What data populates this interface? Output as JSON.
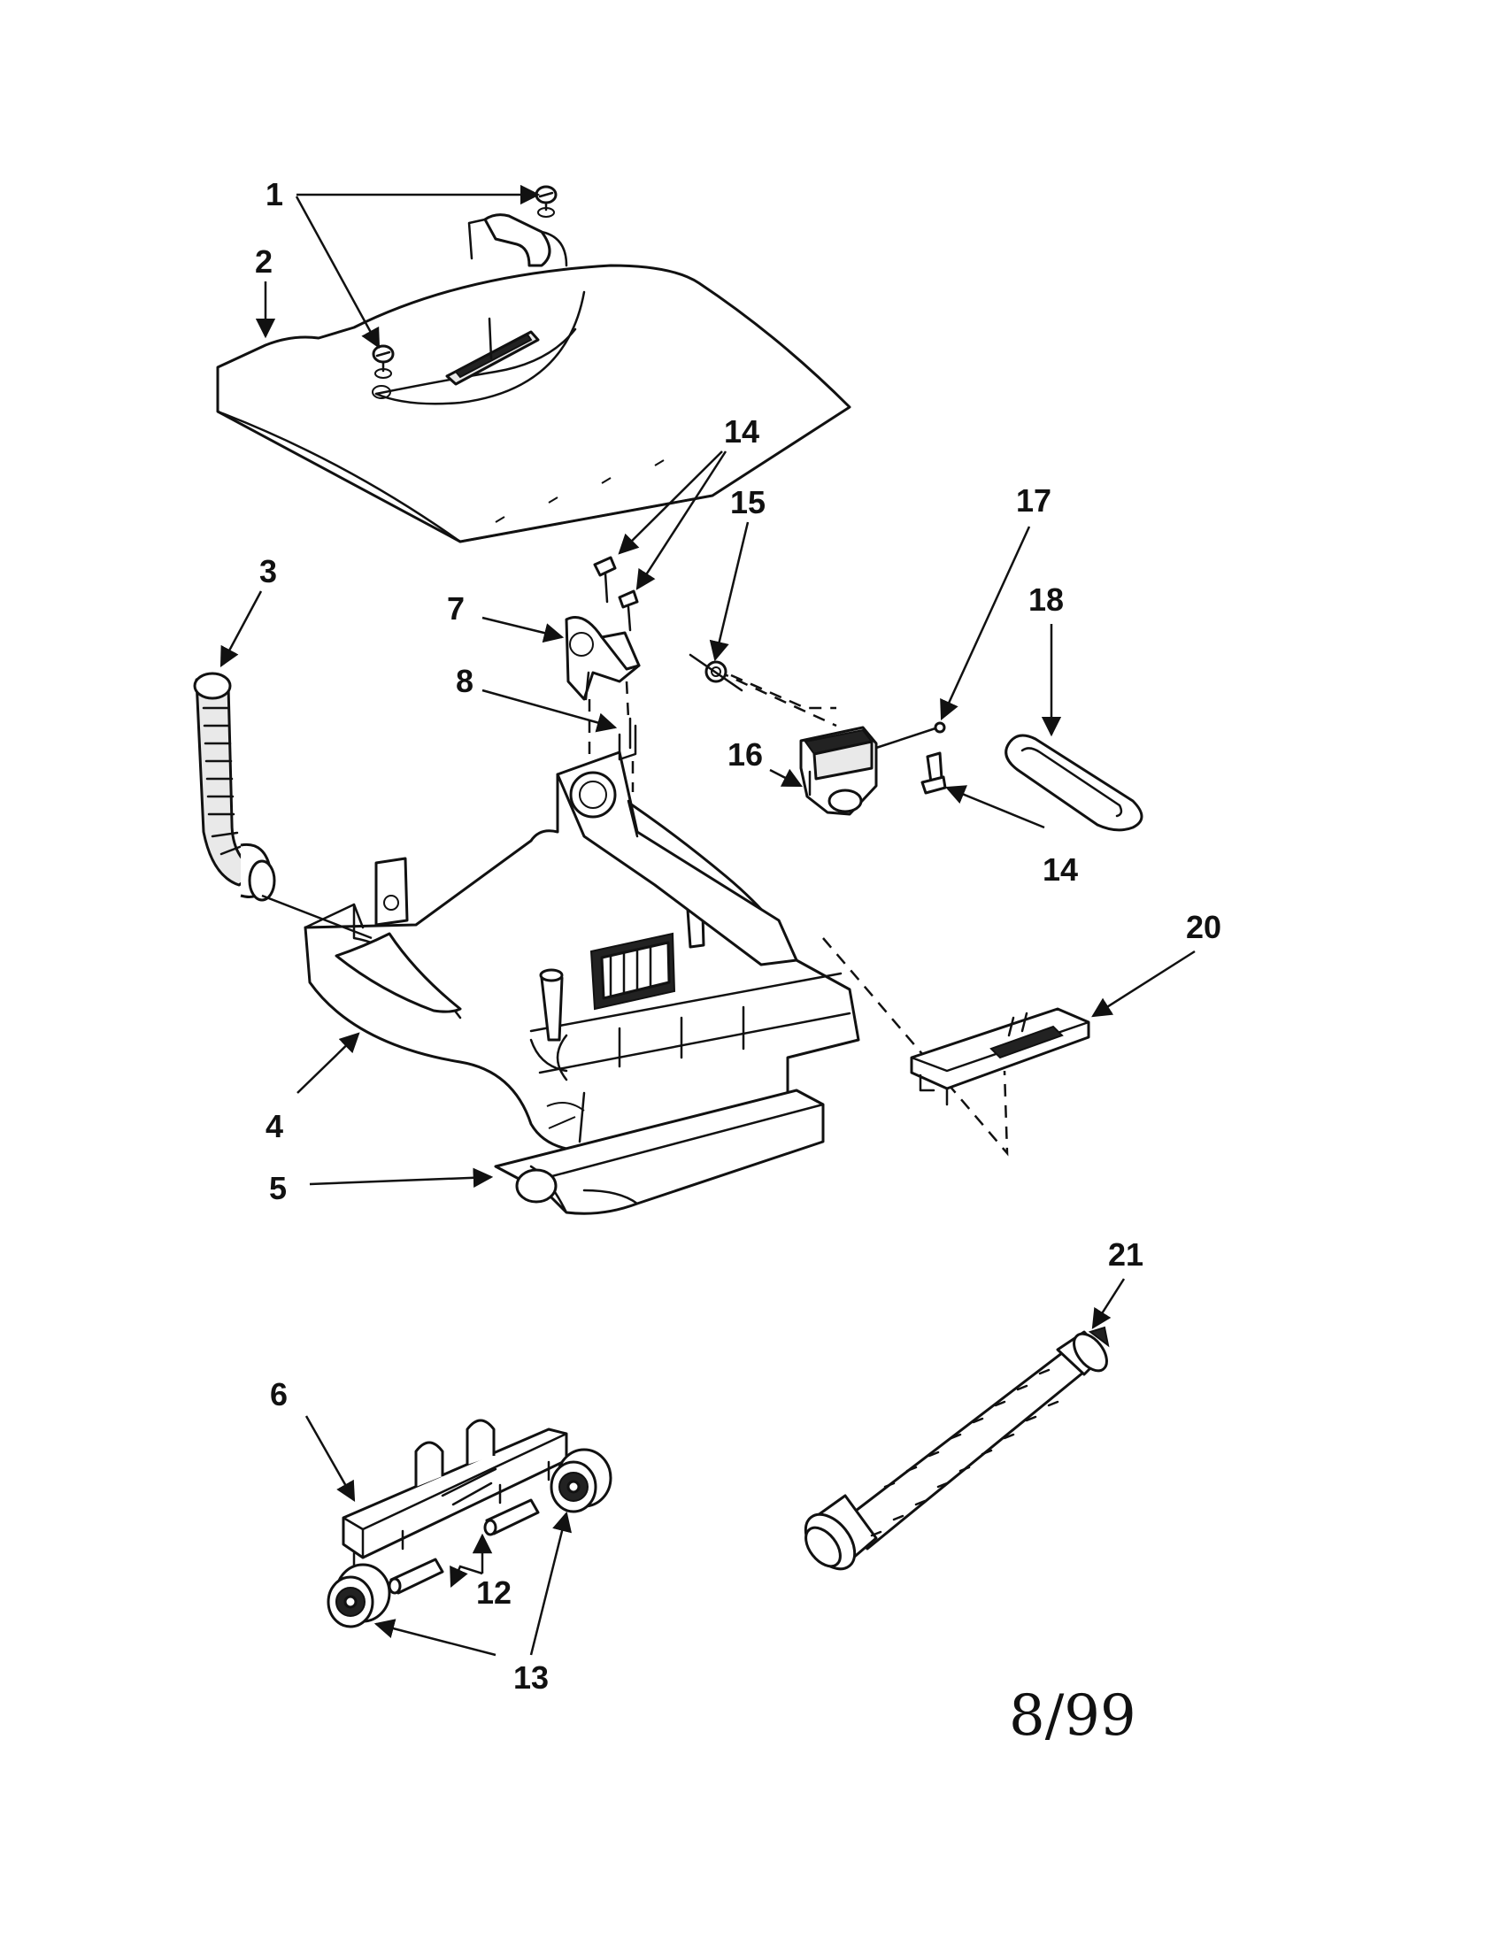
{
  "labels": {
    "p1": "1",
    "p2": "2",
    "p3": "3",
    "p4": "4",
    "p5": "5",
    "p6": "6",
    "p7": "7",
    "p8": "8",
    "p12": "12",
    "p13": "13",
    "p14a": "14",
    "p14b": "14",
    "p15": "15",
    "p16": "16",
    "p17": "17",
    "p18": "18",
    "p20": "20",
    "p21": "21"
  },
  "date_code": "8/99"
}
